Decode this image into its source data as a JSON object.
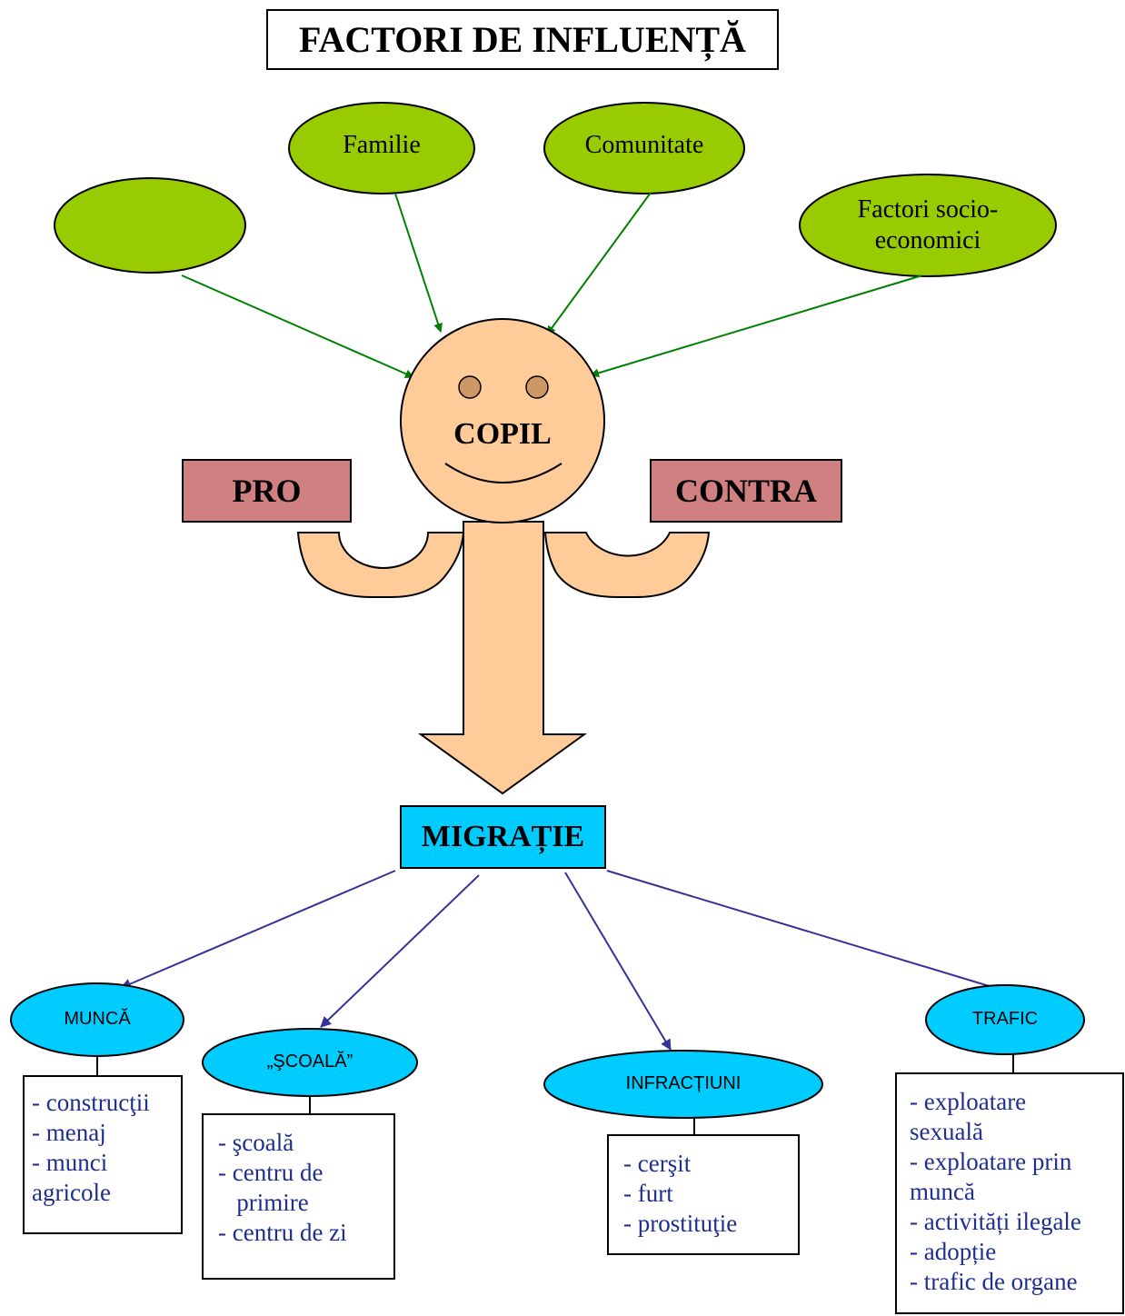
{
  "title": "FACTORI DE INFLUENȚĂ",
  "factors": [
    {
      "label": ""
    },
    {
      "label": "Familie"
    },
    {
      "label": "Comunitate"
    },
    {
      "label_lines": [
        "Factori socio-",
        "economici"
      ]
    }
  ],
  "center": {
    "label": "COPIL"
  },
  "pro_label": "PRO",
  "contra_label": "CONTRA",
  "migration_label": "MIGRAȚIE",
  "destinations": [
    {
      "label": "MUNCĂ",
      "items": [
        "- construcţii",
        "- menaj",
        "- munci",
        "agricole"
      ]
    },
    {
      "label": "„ŞCOALĂ”",
      "items": [
        "- şcoală",
        "- centru de",
        "   primire",
        "- centru de zi"
      ]
    },
    {
      "label": "INFRACȚIUNI",
      "items": [
        "- cerşit",
        "- furt",
        "- prostituţie"
      ]
    },
    {
      "label": "TRAFIC",
      "items": [
        "- exploatare",
        "sexuală",
        "- exploatare prin",
        "muncă",
        "- activități ilegale",
        "- adopție",
        "- trafic de organe"
      ]
    }
  ],
  "colors": {
    "factor_fill": "#99cc00",
    "factor_arrow": "#008000",
    "child_fill": "#ffcc99",
    "eye_fill": "#cc9966",
    "pro_contra_fill": "#d08080",
    "migration_fill": "#00ccff",
    "destination_fill": "#00ccff",
    "destination_arrow": "#333399",
    "list_text": "#1f2f8f"
  }
}
